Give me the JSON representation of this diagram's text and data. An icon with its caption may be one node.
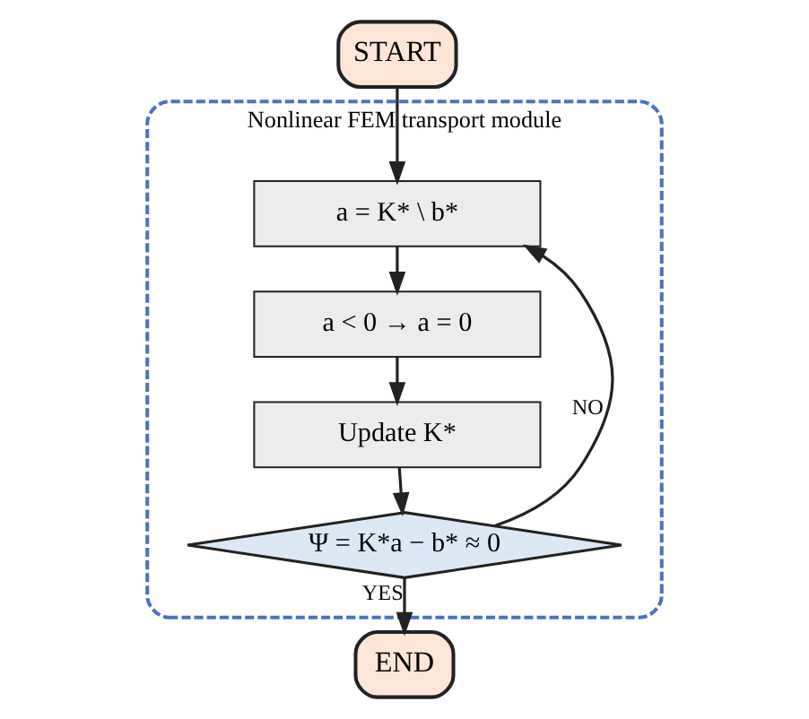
{
  "diagram": {
    "nodes": [
      {
        "text": [
          "Nonlinear FEM transport module"
        ]
      },
      {
        "text": [
          "START"
        ]
      },
      {
        "text": [
          "a = K* \\ b*"
        ],
        "in": 0
      },
      {
        "text": [
          "a < 0 → a = 0"
        ],
        "in": 0
      },
      {
        "text": [
          "Update K*"
        ],
        "in": 0
      },
      {
        "text": [
          "Ψ = K*a − b* ≈ 0"
        ],
        "in": 0
      },
      {
        "text": [
          "END"
        ]
      }
    ],
    "edges": [
      {
        "from": 1,
        "to": 2,
        "arrow": "to"
      },
      {
        "from": 2,
        "to": 3,
        "arrow": "to"
      },
      {
        "from": 3,
        "to": 4,
        "arrow": "to"
      },
      {
        "from": 4,
        "to": 5,
        "arrow": "to"
      },
      {
        "from": 5,
        "to": 6,
        "arrow": "to",
        "label": "YES"
      },
      {
        "from": 5,
        "to": 2,
        "arrow": "to",
        "label": "NO"
      }
    ]
  }
}
